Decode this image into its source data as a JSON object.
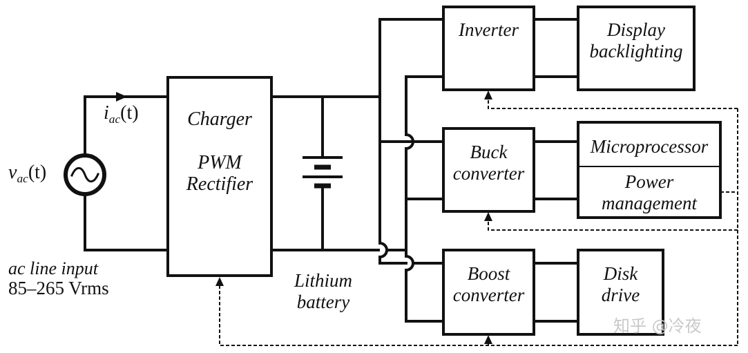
{
  "diagram": {
    "source": {
      "voltage_symbol": "v",
      "voltage_subscript": "ac",
      "voltage_arg": "(t)",
      "current_symbol": "i",
      "current_subscript": "ac",
      "current_arg": "(t)",
      "input_label": "ac line input",
      "input_range": "85–265 Vrms"
    },
    "charger": {
      "title": "Charger",
      "line1": "PWM",
      "line2": "Rectifier"
    },
    "battery": {
      "line1": "Lithium",
      "line2": "battery"
    },
    "converters": [
      {
        "line1": "Inverter",
        "line2": ""
      },
      {
        "line1": "Buck",
        "line2": "converter"
      },
      {
        "line1": "Boost",
        "line2": "converter"
      }
    ],
    "loads": {
      "display": {
        "line1": "Display",
        "line2": "backlighting"
      },
      "microprocessor": "Microprocessor",
      "power_management": {
        "line1": "Power",
        "line2": "management"
      },
      "disk": {
        "line1": "Disk",
        "line2": "drive"
      }
    },
    "watermark": "知乎 @冷夜"
  }
}
